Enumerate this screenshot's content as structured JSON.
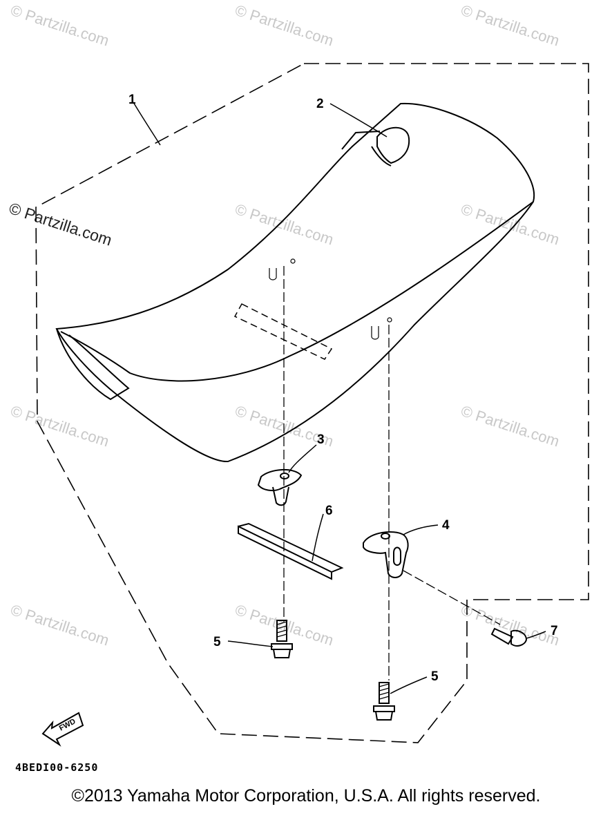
{
  "diagram": {
    "callouts": [
      {
        "id": "1",
        "label": "1"
      },
      {
        "id": "2",
        "label": "2"
      },
      {
        "id": "3",
        "label": "3"
      },
      {
        "id": "4",
        "label": "4"
      },
      {
        "id": "5a",
        "label": "5"
      },
      {
        "id": "5b",
        "label": "5"
      },
      {
        "id": "6",
        "label": "6"
      },
      {
        "id": "7",
        "label": "7"
      }
    ],
    "fwd_label": "FWD",
    "drawing_code": "4BEDI00-6250"
  },
  "watermark": {
    "text": "© Partzilla.com"
  },
  "footer": {
    "copyright": "©2013 Yamaha Motor Corporation, U.S.A. All rights reserved."
  }
}
